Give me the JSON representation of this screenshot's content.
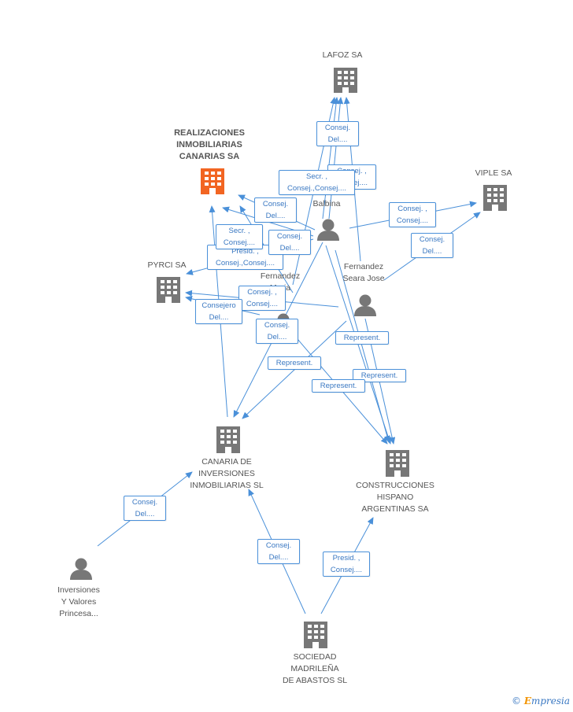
{
  "colors": {
    "edge": "#4a90d9",
    "building": "#777777",
    "highlight": "#f26522",
    "person": "#777777"
  },
  "nodes": {
    "lafoz": "LAFOZ SA",
    "realizaciones": [
      "REALIZACIONES",
      "INMOBILIARIAS",
      "CANARIAS SA"
    ],
    "viple": "VIPLE SA",
    "pyrci": "PYRCI SA",
    "balbina": "Balbina",
    "fernandez_seara": [
      "Fernandez",
      "Seara Jose"
    ],
    "fernandez_maria": [
      "Fernandez",
      "Maria",
      "a"
    ],
    "canaria": [
      "CANARIA DE",
      "INVERSIONES",
      "INMOBILIARIAS SL"
    ],
    "construcciones": [
      "CONSTRUCCIONES",
      "HISPANO",
      "ARGENTINAS SA"
    ],
    "inversiones": [
      "Inversiones",
      "Y Valores",
      "Princesa..."
    ],
    "sociedad": [
      "SOCIEDAD",
      "MADRILEÑA",
      "DE ABASTOS SL"
    ]
  },
  "edge_labels": {
    "l1": [
      "Consej.",
      "Del...."
    ],
    "l2": [
      "Consej. ,",
      "Consej...."
    ],
    "l3": [
      "Secr. ,",
      "Consej.,Consej...."
    ],
    "l4": [
      "Consej.",
      "Del...."
    ],
    "l5": [
      "Consej. ,",
      "Consej...."
    ],
    "l6": [
      "Consej.",
      "Del...."
    ],
    "l7": [
      "Secr. ,",
      "Consej...."
    ],
    "l8": [
      "Consej.",
      "Del...."
    ],
    "l9": [
      "Presid. ,",
      "Consej.,Consej...."
    ],
    "l10": [
      "Consej. ,",
      "Consej...."
    ],
    "l11": [
      "Consejero",
      "Del...."
    ],
    "l12": [
      "Consej.",
      "Del...."
    ],
    "l13": [
      "Represent."
    ],
    "l14": [
      "Represent."
    ],
    "l15": [
      "Represent."
    ],
    "l16": [
      "Represent."
    ],
    "l17": [
      "Consej.",
      "Del...."
    ],
    "l18": [
      "Consej.",
      "Del...."
    ],
    "l19": [
      "Presid. ,",
      "Consej...."
    ]
  },
  "brand": {
    "symbol": "©",
    "first": "E",
    "rest": "mpresia"
  }
}
